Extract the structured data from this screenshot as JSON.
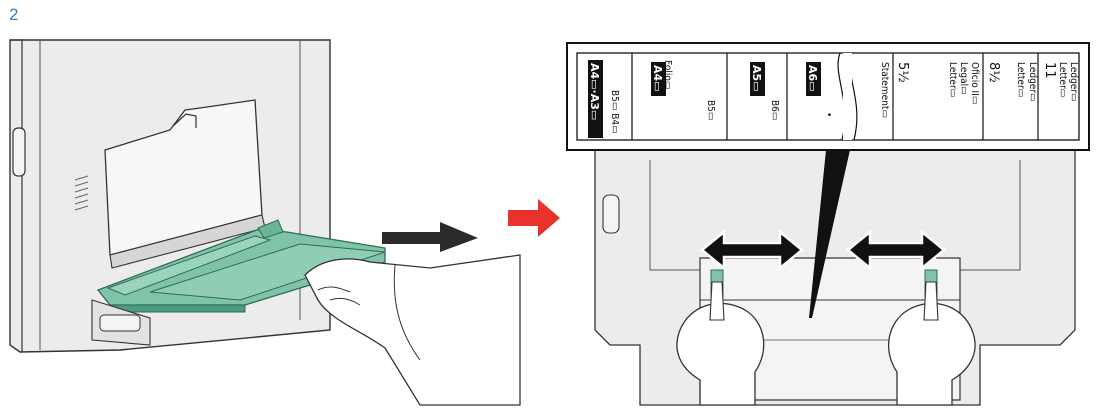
{
  "step_number": "2",
  "colors": {
    "tray_green": "#7fc4a8",
    "tray_green_dark": "#3f8f73",
    "printer_gray": "#e6e6e6",
    "outline": "#333333",
    "arrow_red": "#e8322b",
    "step_blue": "#2a86c8"
  },
  "size_label": {
    "col1": {
      "highlight": "A4▭·A3▭",
      "sub": "B5▭ B4▭"
    },
    "col2": {
      "highlight": "A4▭",
      "sub": "Folio▭",
      "sub2": "B5▭"
    },
    "col3": {
      "highlight": "A5▭",
      "sub": "B6▭"
    },
    "col4": {
      "highlight": "A6▭",
      "sub": "•"
    },
    "col5": {
      "top": "5½",
      "sub": "Statement▭"
    },
    "col6": {
      "top": "",
      "sub": "Letter▭",
      "sub2": "Legal▭",
      "sub3": "Oficio II▭"
    },
    "col7": {
      "top": "8½",
      "sub": "Letter▭",
      "sub2": "Ledger▭"
    },
    "col8": {
      "top": "11",
      "sub": "Letter▭",
      "sub2": "Ledger▭"
    }
  },
  "icons": [
    "double-arrow-icon",
    "pull-arrow-icon",
    "red-pointer-arrow-icon"
  ]
}
